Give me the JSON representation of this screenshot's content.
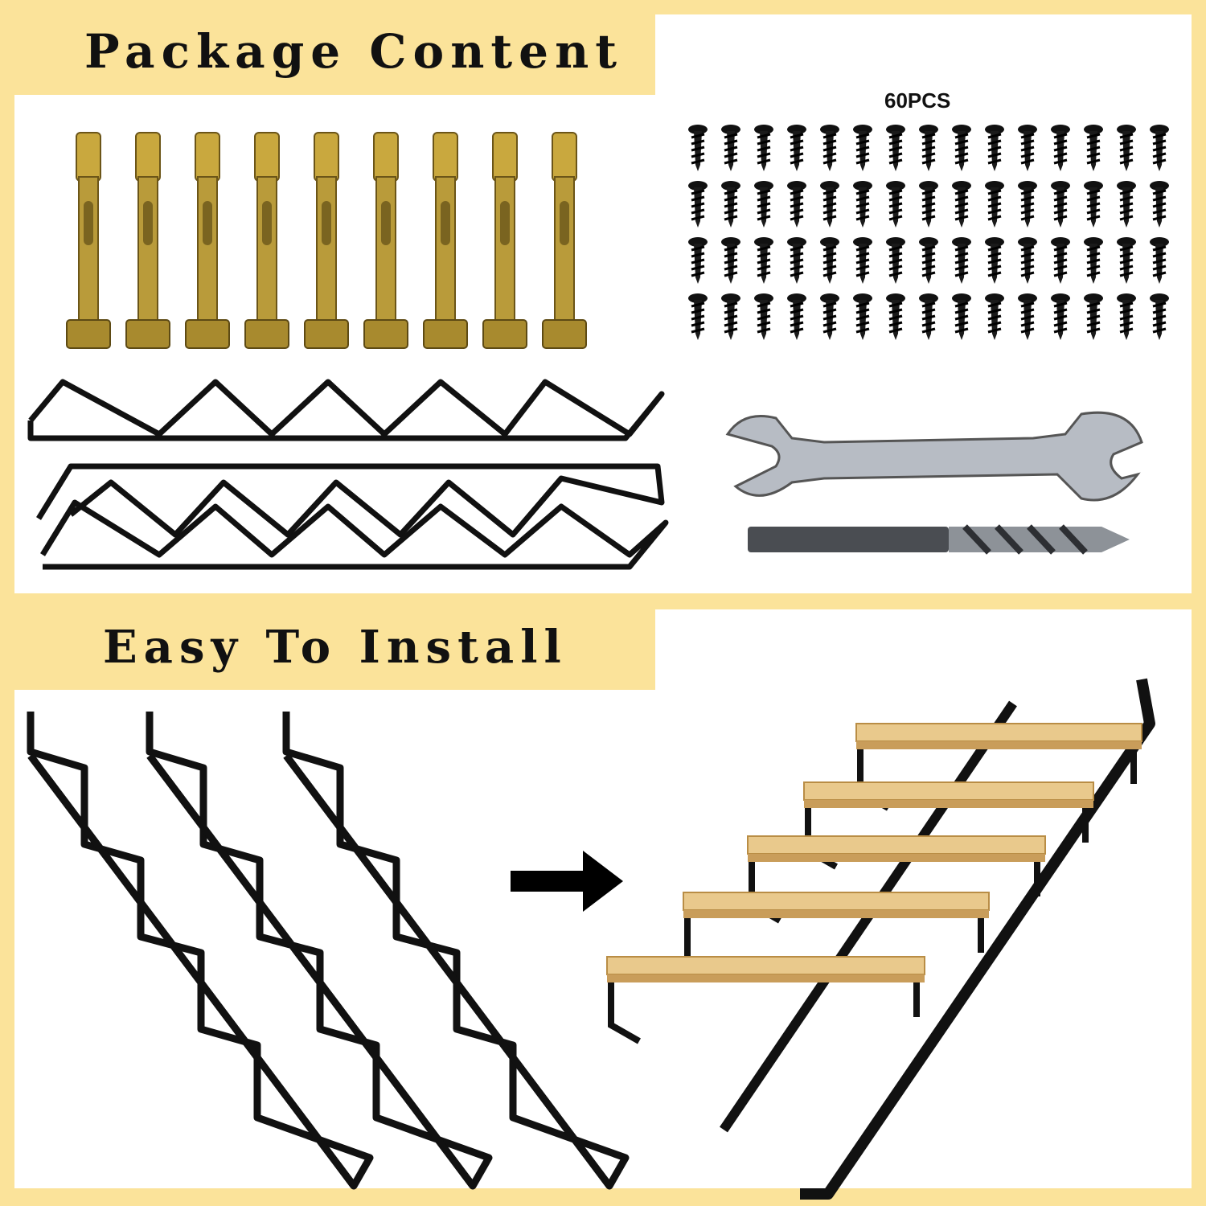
{
  "sections": {
    "package_content": {
      "title": "Package Content",
      "screw_count": "60PCS"
    },
    "install": {
      "title": "Easy To Install"
    }
  },
  "colors": {
    "accent": "#fbe39a",
    "metal_black": "#111111",
    "bolt_gold": "#b99b3a",
    "wood": "#e9c98c"
  },
  "icons": [
    "expansion-bolt-icon",
    "screw-icon",
    "wrench-icon",
    "drill-bit-icon",
    "stair-bracket-icon",
    "arrow-right-icon",
    "assembled-stairs-icon"
  ]
}
